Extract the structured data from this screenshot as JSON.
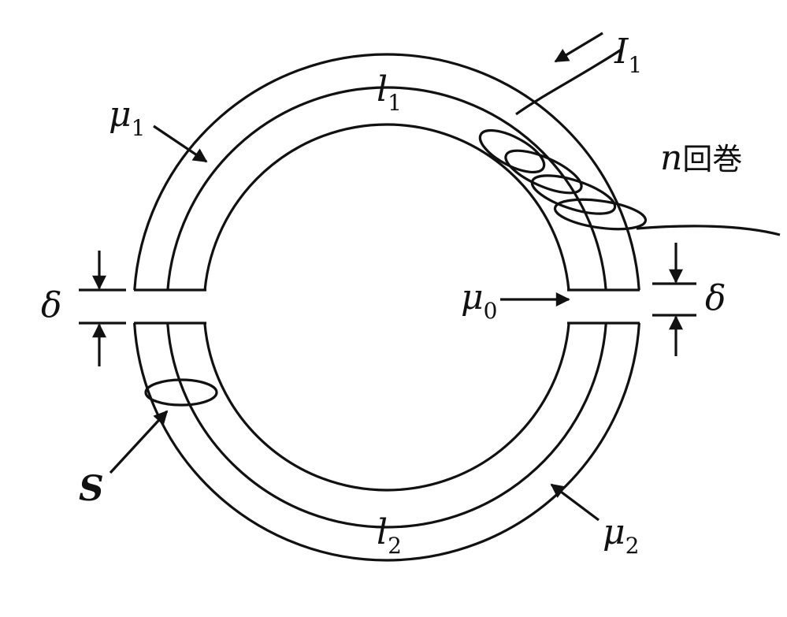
{
  "labels": {
    "mu1": {
      "sym": "μ",
      "sub": "1"
    },
    "mu2": {
      "sym": "μ",
      "sub": "2"
    },
    "mu0": {
      "sym": "μ",
      "sub": "0"
    },
    "l1": {
      "sym": "l",
      "sub": "1"
    },
    "l2": {
      "sym": "l",
      "sub": "2"
    },
    "I1": {
      "sym": "I",
      "sub": "1"
    },
    "delta_left": "δ",
    "delta_right": "δ",
    "S": "S",
    "turns": {
      "sym": "n",
      "text": "回巻"
    }
  }
}
